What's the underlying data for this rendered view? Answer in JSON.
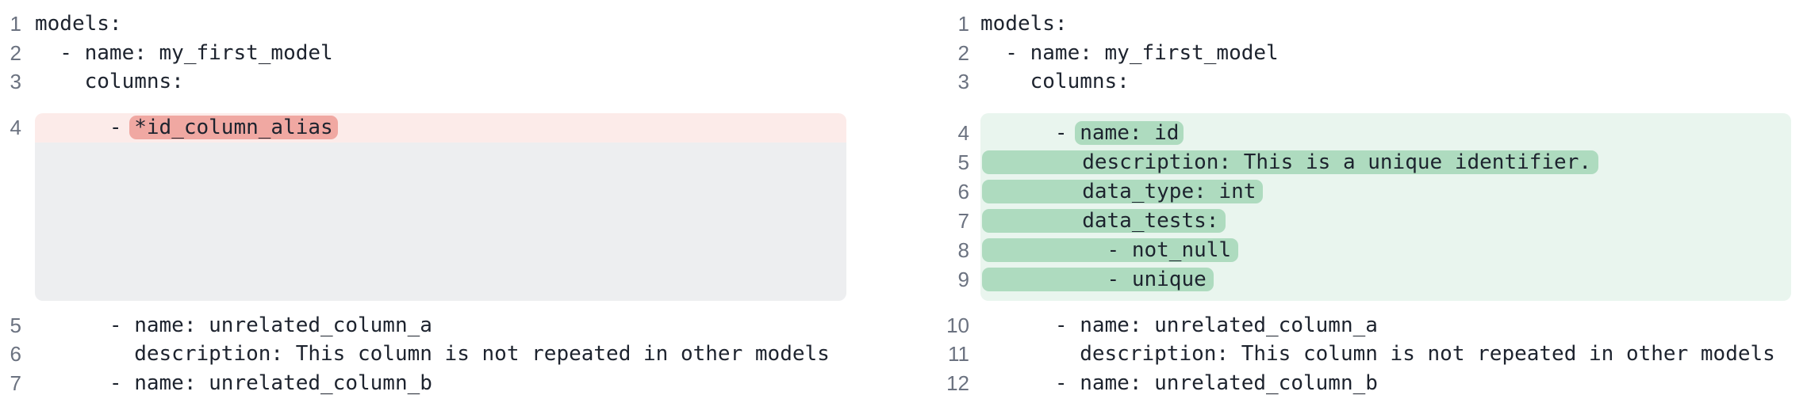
{
  "meta": {
    "view": "side-by-side-yaml-diff",
    "left_role": "old-version",
    "right_role": "new-version"
  },
  "colors": {
    "background": "#ffffff",
    "code_text": "#1d232e",
    "line_number": "#6b7280",
    "removed_line_bg": "#fcebe9",
    "removed_token_bg": "#f0a8a2",
    "collapsed_filler_bg": "#edeef0",
    "added_block_bg": "#e9f5ee",
    "added_token_bg": "#aedbbf"
  },
  "left_pane": {
    "sections": [
      {
        "type": "code",
        "rows": [
          {
            "num": "1",
            "text": "models:"
          },
          {
            "num": "2",
            "text": "  - name: my_first_model"
          },
          {
            "num": "3",
            "text": "    columns:"
          }
        ]
      },
      {
        "type": "hunk",
        "variant": "removed",
        "filler": true,
        "rows": [
          {
            "num": "4",
            "prefix": "      - ",
            "token": "*id_column_alias",
            "full": false
          }
        ]
      },
      {
        "type": "code",
        "rows": [
          {
            "num": "5",
            "text": "      - name: unrelated_column_a"
          },
          {
            "num": "6",
            "text": "        description: This column is not repeated in other models"
          },
          {
            "num": "7",
            "text": "      - name: unrelated_column_b"
          }
        ]
      }
    ]
  },
  "right_pane": {
    "sections": [
      {
        "type": "code",
        "rows": [
          {
            "num": "1",
            "text": "models:"
          },
          {
            "num": "2",
            "text": "  - name: my_first_model"
          },
          {
            "num": "3",
            "text": "    columns:"
          }
        ]
      },
      {
        "type": "hunk",
        "variant": "added",
        "filler": false,
        "rows": [
          {
            "num": "4",
            "prefix": "      - ",
            "token": "name: id",
            "full": false
          },
          {
            "num": "5",
            "prefix": "",
            "token": "        description: This is a unique identifier.",
            "full": true
          },
          {
            "num": "6",
            "prefix": "",
            "token": "        data_type: int",
            "full": true
          },
          {
            "num": "7",
            "prefix": "",
            "token": "        data_tests:",
            "full": true
          },
          {
            "num": "8",
            "prefix": "",
            "token": "          - not_null",
            "full": true
          },
          {
            "num": "9",
            "prefix": "",
            "token": "          - unique",
            "full": true
          }
        ]
      },
      {
        "type": "code",
        "rows": [
          {
            "num": "10",
            "text": "      - name: unrelated_column_a"
          },
          {
            "num": "11",
            "text": "        description: This column is not repeated in other models"
          },
          {
            "num": "12",
            "text": "      - name: unrelated_column_b"
          }
        ]
      }
    ]
  }
}
